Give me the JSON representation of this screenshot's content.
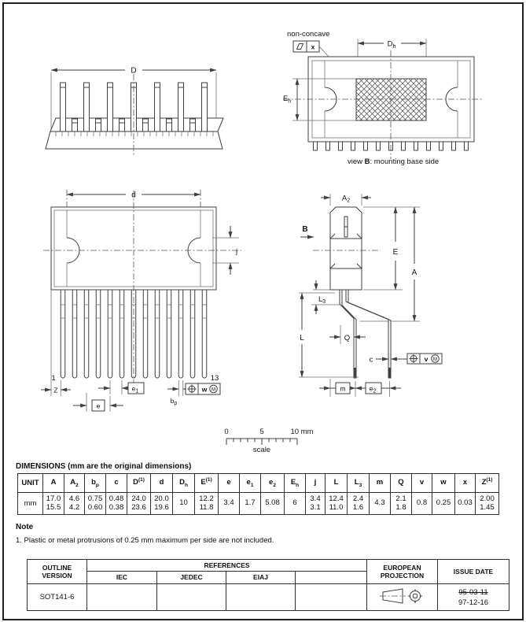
{
  "colors": {
    "line": "#3f3f3f",
    "text": "#141414",
    "background": "#ffffff"
  },
  "drawings": {
    "perspective_view": {
      "dim_D": "D"
    },
    "mounting_base_view": {
      "non_concave_label": "non-concave",
      "flatness_datum": "x",
      "dim_Dh": {
        "base": "D",
        "sub": "h"
      },
      "dim_Eh": {
        "base": "E",
        "sub": "h"
      },
      "caption": {
        "prefix": "view ",
        "bold": "B",
        "suffix": ": mounting base side"
      }
    },
    "lead_view": {
      "dim_d": "d",
      "dim_j": "j",
      "pin_first": "1",
      "pin_last": "13",
      "dim_Z": "Z",
      "dim_e1": {
        "base": "e",
        "sub": "1"
      },
      "dim_e": "e",
      "dim_bp": {
        "base": "b",
        "sub": "p"
      },
      "tol_w": "w",
      "tol_w_modifier": "M"
    },
    "side_view": {
      "dim_A2": {
        "base": "A",
        "sub": "2"
      },
      "view_label": "B",
      "dim_E": "E",
      "dim_A": "A",
      "dim_L3": {
        "base": "L",
        "sub": "3"
      },
      "dim_L": "L",
      "dim_Q": "Q",
      "dim_c": "c",
      "tol_v": "v",
      "tol_v_modifier": "M",
      "dim_m": "m",
      "dim_e2": {
        "base": "e",
        "sub": "2"
      }
    },
    "scale_bar": {
      "tick_0": "0",
      "tick_5": "5",
      "tick_10": "10 mm",
      "label": "scale"
    }
  },
  "dimensions_section": {
    "title": "DIMENSIONS (mm are the original dimensions)",
    "unit_header": "UNIT",
    "unit_value": "mm",
    "columns": [
      {
        "label": "A",
        "sub": "",
        "sup": "",
        "value": "17.0\n15.5"
      },
      {
        "label": "A",
        "sub": "2",
        "sup": "",
        "value": "4.6\n4.2"
      },
      {
        "label": "b",
        "sub": "p",
        "sup": "",
        "value": "0.75\n0.60"
      },
      {
        "label": "c",
        "sub": "",
        "sup": "",
        "value": "0.48\n0.38"
      },
      {
        "label": "D",
        "sub": "",
        "sup": "(1)",
        "value": "24.0\n23.6"
      },
      {
        "label": "d",
        "sub": "",
        "sup": "",
        "value": "20.0\n19.6"
      },
      {
        "label": "D",
        "sub": "h",
        "sup": "",
        "value": "10"
      },
      {
        "label": "E",
        "sub": "",
        "sup": "(1)",
        "value": "12.2\n11.8"
      },
      {
        "label": "e",
        "sub": "",
        "sup": "",
        "value": "3.4"
      },
      {
        "label": "e",
        "sub": "1",
        "sup": "",
        "value": "1.7"
      },
      {
        "label": "e",
        "sub": "2",
        "sup": "",
        "value": "5.08"
      },
      {
        "label": "E",
        "sub": "h",
        "sup": "",
        "value": "6"
      },
      {
        "label": "j",
        "sub": "",
        "sup": "",
        "value": "3.4\n3.1"
      },
      {
        "label": "L",
        "sub": "",
        "sup": "",
        "value": "12.4\n11.0"
      },
      {
        "label": "L",
        "sub": "3",
        "sup": "",
        "value": "2.4\n1.6"
      },
      {
        "label": "m",
        "sub": "",
        "sup": "",
        "value": "4.3"
      },
      {
        "label": "Q",
        "sub": "",
        "sup": "",
        "value": "2.1\n1.8"
      },
      {
        "label": "v",
        "sub": "",
        "sup": "",
        "value": "0.8"
      },
      {
        "label": "w",
        "sub": "",
        "sup": "",
        "value": "0.25"
      },
      {
        "label": "x",
        "sub": "",
        "sup": "",
        "value": "0.03"
      },
      {
        "label": "Z",
        "sub": "",
        "sup": "(1)",
        "value": "2.00\n1.45"
      }
    ]
  },
  "note_section": {
    "heading": "Note",
    "items": [
      "1. Plastic or metal protrusions of 0.25 mm maximum per side are not included."
    ]
  },
  "footer_table": {
    "outline_version_header": "OUTLINE\nVERSION",
    "references_header": "REFERENCES",
    "reference_columns": [
      "IEC",
      "JEDEC",
      "EIAJ",
      ""
    ],
    "reference_values": [
      "",
      "",
      "",
      ""
    ],
    "projection_header": "EUROPEAN\nPROJECTION",
    "issue_date_header": "ISSUE DATE",
    "outline_version_value": "SOT141-6",
    "issue_date_old": "95-03-11",
    "issue_date_new": "97-12-16"
  }
}
